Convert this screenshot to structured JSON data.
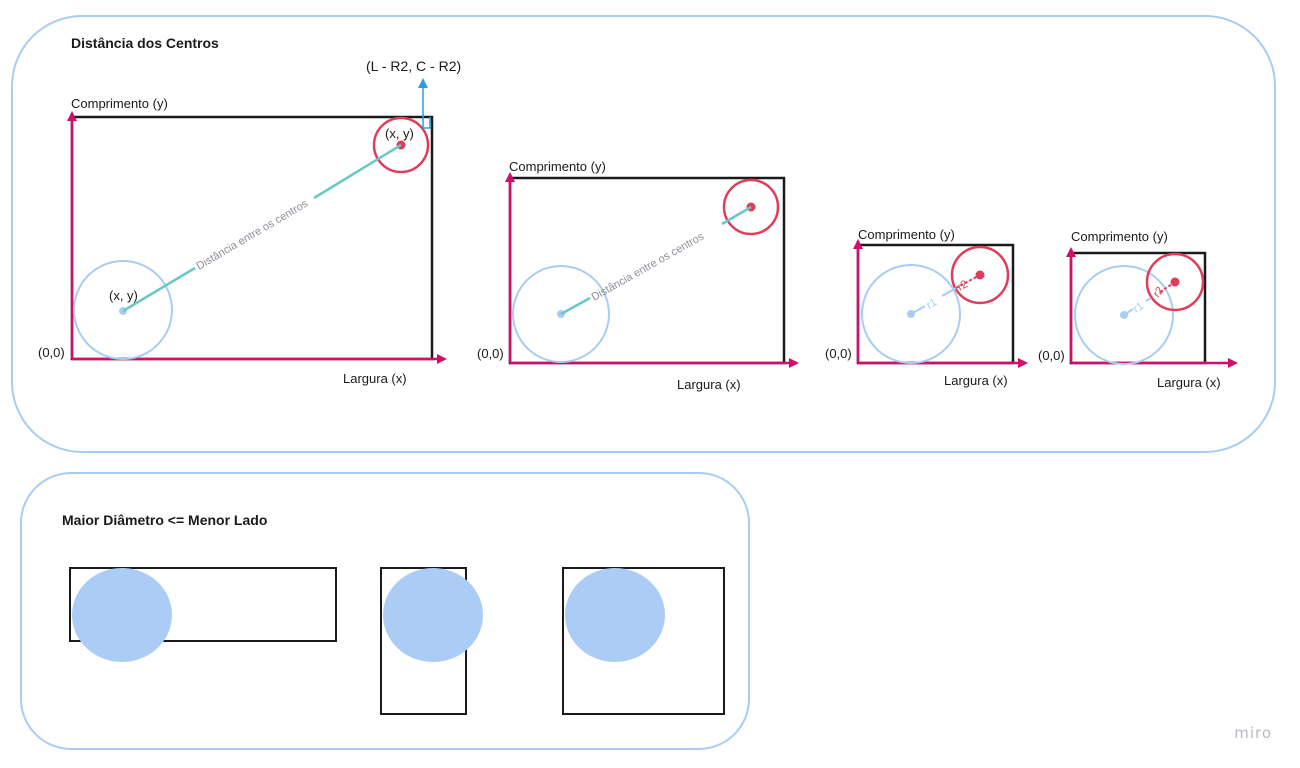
{
  "frames": {
    "top_title": "Distância dos Centros",
    "bottom_title": "Maior Diâmetro <= Menor Lado"
  },
  "labels": {
    "comprimento": "Comprimento (y)",
    "largura": "Largura (x)",
    "origin": "(0,0)",
    "point_xy": "(x, y)",
    "corner_formula": "(L - R2, C - R2)",
    "distance": "Distância entre os centros",
    "r1": "r1",
    "r2": "r2"
  },
  "colors": {
    "frame_border": "#a9cdf2",
    "axis": "#cf0f6b",
    "circle_blue": "#a9cdf2",
    "circle_blue_fill": "#abcdf5",
    "circle_red": "#de3e5a",
    "center_line": "#69c8c6",
    "formula_arrow": "#2d9be8",
    "box": "#1a1a1a"
  },
  "watermark": "miro"
}
